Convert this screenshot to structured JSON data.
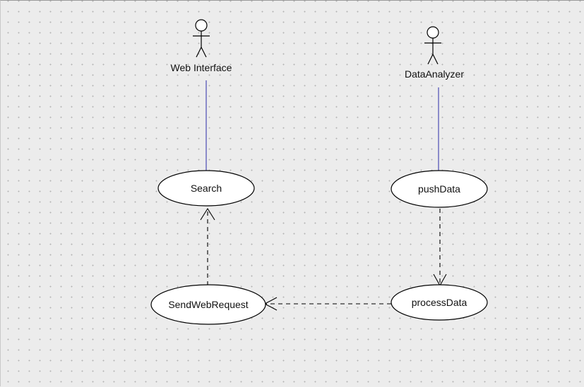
{
  "diagram": {
    "type": "uml-use-case",
    "actors": [
      {
        "id": "web-interface",
        "label": "Web Interface"
      },
      {
        "id": "data-analyzer",
        "label": "DataAnalyzer"
      }
    ],
    "use_cases": [
      {
        "id": "search",
        "label": "Search"
      },
      {
        "id": "push-data",
        "label": "pushData"
      },
      {
        "id": "send-web-request",
        "label": "SendWebRequest"
      },
      {
        "id": "process-data",
        "label": "processData"
      }
    ],
    "associations": [
      {
        "from": "web-interface",
        "to": "search"
      },
      {
        "from": "data-analyzer",
        "to": "push-data"
      }
    ],
    "dependencies": [
      {
        "from": "send-web-request",
        "to": "search",
        "style": "dashed-open-arrow"
      },
      {
        "from": "push-data",
        "to": "process-data",
        "style": "dashed-open-arrow"
      },
      {
        "from": "process-data",
        "to": "send-web-request",
        "style": "dashed-open-arrow"
      }
    ],
    "colors": {
      "background": "#ececec",
      "grid_dot": "#b4b4b4",
      "association_line": "#2a2aa8",
      "shape_fill": "#ffffff",
      "shape_stroke": "#000000"
    }
  }
}
